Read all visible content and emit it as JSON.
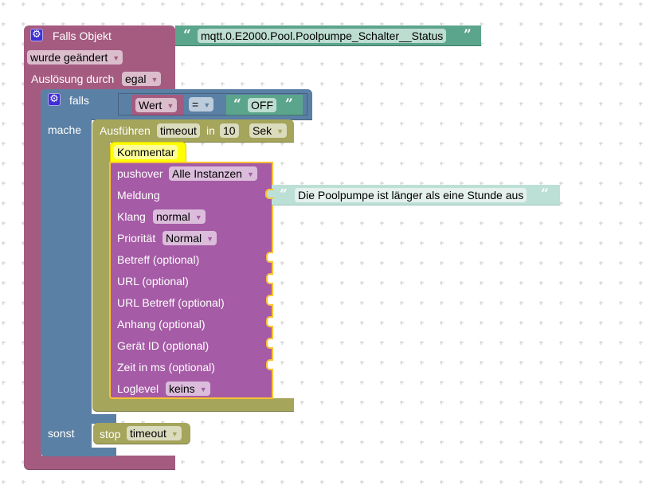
{
  "trigger_block": {
    "title": "Falls Objekt",
    "object_id": "mqtt.0.E2000.Pool.Poolpumpe_Schalter__Status",
    "change_mode": "wurde geändert",
    "trigger_label": "Auslösung durch",
    "trigger_value": "egal",
    "color": "#a55b80"
  },
  "if_block": {
    "if_label": "falls",
    "do_label": "mache",
    "else_label": "sonst",
    "color": "#5b80a5",
    "condition": {
      "left": "Wert",
      "operator": "=",
      "right": "OFF"
    }
  },
  "timeout_block": {
    "label_exec": "Ausführen",
    "timer_name": "timeout",
    "in_label": "in",
    "delay": "10",
    "unit": "Sek",
    "color": "#a5a55b"
  },
  "comment_block": {
    "label": "Kommentar",
    "color": "#ffff00"
  },
  "pushover_block": {
    "label": "pushover",
    "instance": "Alle Instanzen",
    "color": "#a55ba5",
    "rows": [
      {
        "label": "Meldung"
      },
      {
        "label": "Klang",
        "value": "normal"
      },
      {
        "label": "Priorität",
        "value": "Normal"
      },
      {
        "label": "Betreff (optional)"
      },
      {
        "label": "URL (optional)"
      },
      {
        "label": "URL Betreff (optional)"
      },
      {
        "label": "Anhang (optional)"
      },
      {
        "label": "Gerät ID (optional)"
      },
      {
        "label": "Zeit in ms (optional)"
      },
      {
        "label": "Loglevel",
        "value": "keins"
      }
    ],
    "message_text": "Die Poolpumpe ist länger als eine Stunde aus"
  },
  "stop_block": {
    "label": "stop",
    "timer_name": "timeout"
  }
}
